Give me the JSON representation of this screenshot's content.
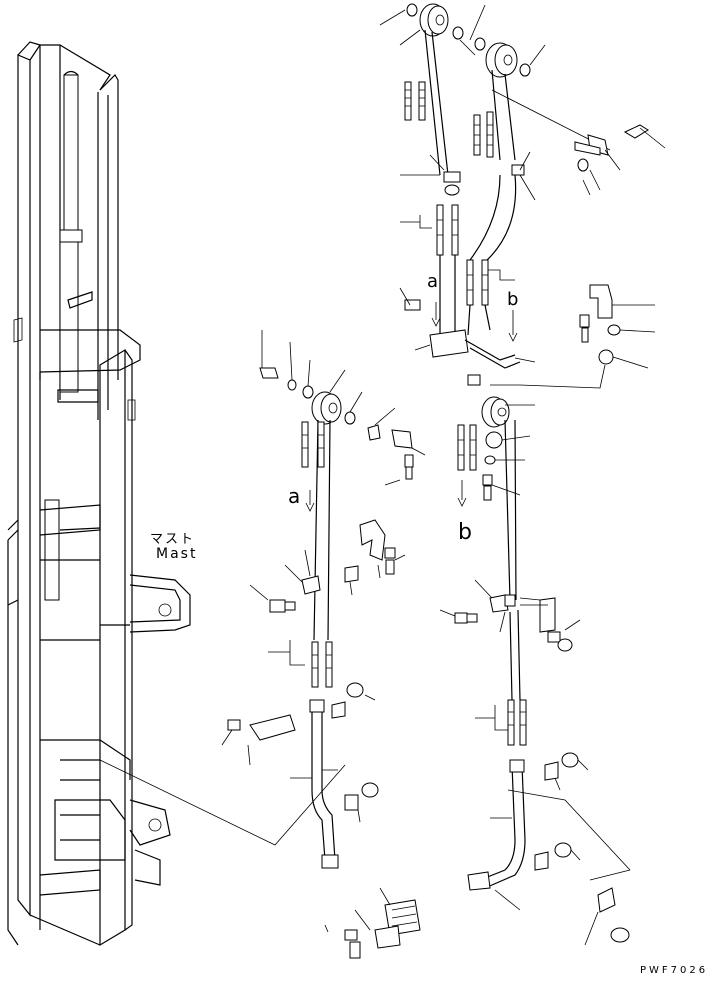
{
  "labels": {
    "mast_jp": "マスト",
    "mast_en": "Mast",
    "ref_a_upper": "a",
    "ref_b_upper": "b",
    "ref_a_lower": "a",
    "ref_b_lower": "b",
    "drawing_code": "PWF7026"
  }
}
